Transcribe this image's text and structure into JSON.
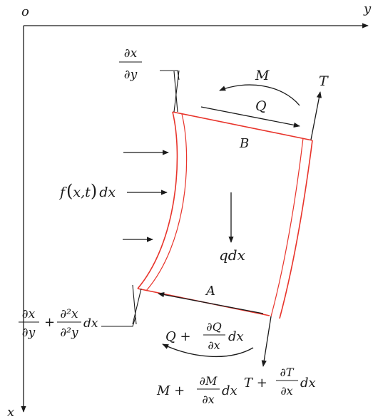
{
  "axes": {
    "origin": "o",
    "x_axis": "x",
    "y_axis": "y"
  },
  "points": {
    "top": "B",
    "bottom": "A"
  },
  "top_labels": {
    "slope_num": "∂x",
    "slope_den": "∂y",
    "moment": "M",
    "shear": "Q",
    "tension": "T"
  },
  "load": {
    "distributed": "qdx",
    "lateral_f": "f",
    "lateral_args": "x,t",
    "lateral_dx": "dx"
  },
  "bottom_slope": {
    "a_num": "∂x",
    "a_den": "∂y",
    "plus": "+",
    "b_num": "∂²x",
    "b_den": "∂²y",
    "dx": "dx"
  },
  "bottom_shear": {
    "base": "Q +",
    "num": "∂Q",
    "den": "∂x",
    "dx": "dx"
  },
  "bottom_moment": {
    "base": "M +",
    "num": "∂M",
    "den": "∂x",
    "dx": "dx"
  },
  "bottom_tension": {
    "base": "T +",
    "num": "∂T",
    "den": "∂x",
    "dx": "dx"
  },
  "colors": {
    "element": "#e8342b",
    "lines": "#1a1a1a"
  }
}
